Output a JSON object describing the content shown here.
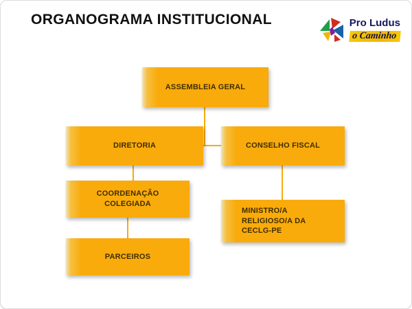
{
  "slide": {
    "title": "ORGANOGRAMA INSTITUCIONAL"
  },
  "logo": {
    "name": "Pro Ludus",
    "tagline": "o Caminho"
  },
  "theme": {
    "box_fill": "#F9AB0C",
    "box_highlight": "#EFE3BE",
    "box_text": "#3F2E00",
    "connector_color": "#F9AB0C",
    "title_color": "#101010",
    "logo_text_color": "#15155F",
    "logo_tagline_highlight": "#F3B705"
  },
  "chart_data": {
    "type": "org-chart",
    "title": "ORGANOGRAMA INSTITUCIONAL",
    "nodes": [
      {
        "id": "assembleia-geral",
        "label": "ASSEMBLEIA GERAL",
        "level": 1,
        "parent": null
      },
      {
        "id": "diretoria",
        "label": "DIRETORIA",
        "level": 2,
        "parent": "assembleia-geral"
      },
      {
        "id": "conselho-fiscal",
        "label": "CONSELHO FISCAL",
        "level": 2,
        "parent": "assembleia-geral"
      },
      {
        "id": "coordenacao-colegiada",
        "label": "COORDENAÇÃO COLEGIADA",
        "level": 3,
        "parent": "diretoria"
      },
      {
        "id": "parceiros",
        "label": "PARCEIROS",
        "level": 4,
        "parent": "coordenacao-colegiada"
      },
      {
        "id": "ministro-religioso",
        "label": "MINISTRO/A RELIGIOSO/A DA CECLG-PE",
        "level": 3,
        "parent": "conselho-fiscal"
      }
    ],
    "edges": [
      [
        "assembleia-geral",
        "diretoria"
      ],
      [
        "assembleia-geral",
        "conselho-fiscal"
      ],
      [
        "diretoria",
        "coordenacao-colegiada"
      ],
      [
        "coordenacao-colegiada",
        "parceiros"
      ],
      [
        "conselho-fiscal",
        "ministro-religioso"
      ]
    ]
  }
}
